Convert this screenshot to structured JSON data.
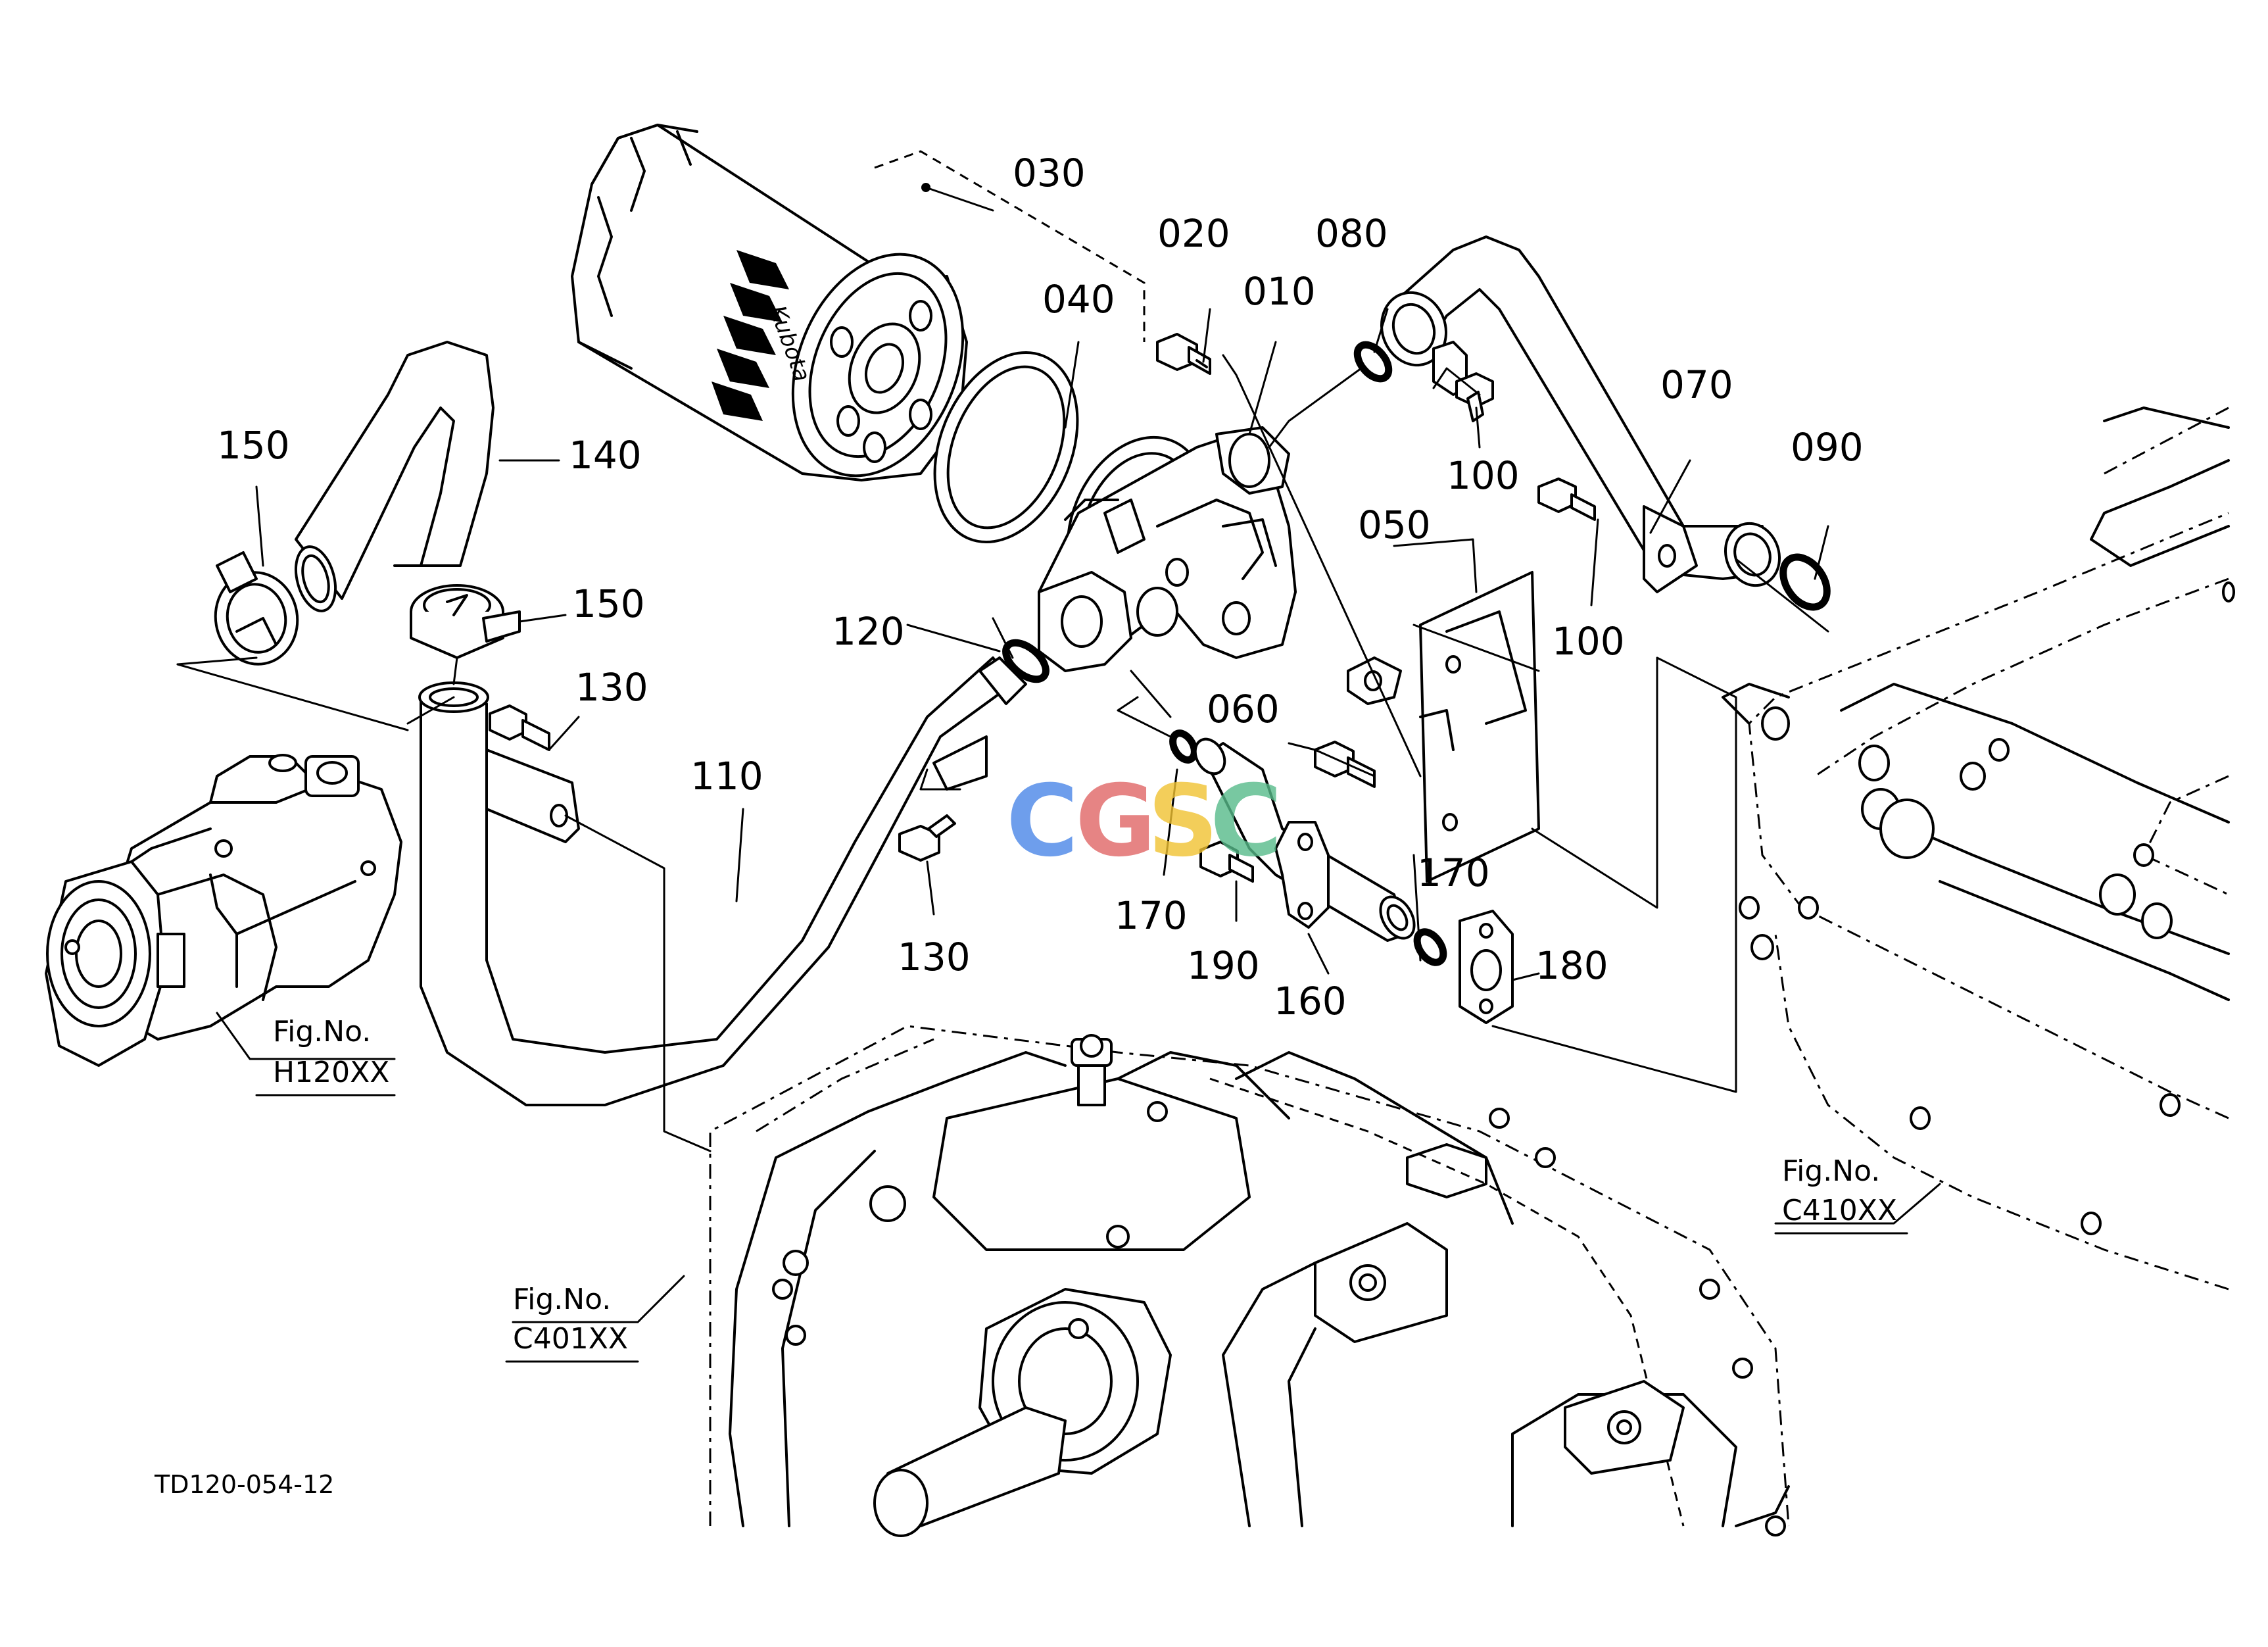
{
  "callouts": {
    "p010": "010",
    "p020": "020",
    "p030": "030",
    "p040": "040",
    "p050": "050",
    "p060": "060",
    "p070": "070",
    "p080": "080",
    "p090": "090",
    "p100a": "100",
    "p100b": "100",
    "p110": "110",
    "p120": "120",
    "p130a": "130",
    "p130b": "130",
    "p140": "140",
    "p150a": "150",
    "p150b": "150",
    "p160": "160",
    "p170a": "170",
    "p170b": "170",
    "p180": "180",
    "p190": "190"
  },
  "figure_refs": [
    {
      "label": "Fig.No.",
      "number": "H120XX"
    },
    {
      "label": "Fig.No.",
      "number": "C401XX"
    },
    {
      "label": "Fig.No.",
      "number": "C410XX"
    }
  ],
  "drawing_code": "TD120-054-12",
  "filter_brand": "Kubota",
  "watermark": {
    "letters": [
      "C",
      "G",
      "S",
      "C"
    ],
    "colors": [
      "#4a86e8",
      "#e06666",
      "#f1c232",
      "#57bb8a"
    ]
  }
}
